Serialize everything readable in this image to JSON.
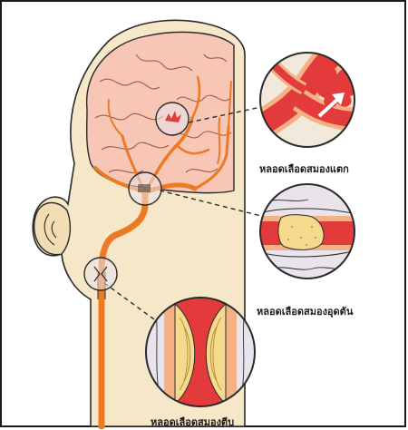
{
  "labels": {
    "rupture": "หลอดเลือดสมองแตก",
    "blockage": "หลอดเลือดสมองอุดตัน",
    "narrowing": "หลอดเลือดสมองตีบ"
  },
  "colors": {
    "skin": "#f6e7c9",
    "brain": "#f7c6b4",
    "artery_orange": "#ec7a24",
    "blood_red": "#e33a3b",
    "vessel_wall": "#f4b183",
    "clot_yellow": "#f5d98c",
    "outline": "#2b2b2b",
    "lens_fill": "#e9e3eb"
  }
}
